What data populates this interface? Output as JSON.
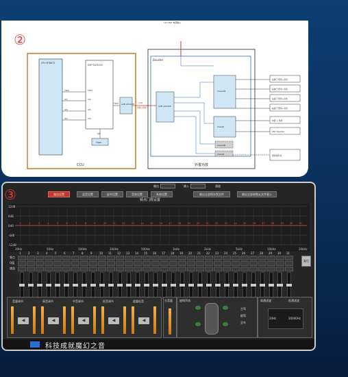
{
  "panel2": {
    "badge": "②",
    "left_box_label": "CCU",
    "right_box_label": "外置功放",
    "booster_label": "Booster",
    "cpu_chip": "CPU\nMT8675",
    "dsp_chip": "DSP\nSAF4000",
    "flash_chip": "Flash",
    "a2b_left": "A2B\nAD2428",
    "a2b_right": "A2B\nAD2428",
    "a2b_link": "A2B",
    "a2b_link_sub": "音频+控制",
    "ch_labels": [
      "TDM",
      "I2C",
      "I2S",
      "I2C"
    ],
    "dsp_ports": [
      "TDM",
      "I2C",
      "I2S",
      "I2C"
    ],
    "tdm_out": "TDM",
    "spi": "SPI",
    "power": "12V BAT\n电源输入",
    "outputs": [
      "左前门 低音+高音",
      "右前门 低音+高音",
      "左后门 低音+高音",
      "右后门 低音+高音",
      "中置 + 环绕",
      "ANC Speaker",
      "低音炮声音"
    ],
    "class_blocks": [
      "ClassAB",
      "ClassD",
      "ClassAB",
      "ClassD"
    ]
  },
  "panel3": {
    "badge": "③",
    "tabs": [
      "路由设置",
      "混音设置",
      "延时设置",
      "音效设置",
      "系统设置"
    ],
    "top_labels": [
      "输出",
      "",
      "输入",
      "",
      "通道"
    ],
    "right_buttons": [
      "输出全部保存到文件",
      "输出全部参数从文件载入"
    ],
    "graph_title": "频点门限设置",
    "graph_y": [
      "12dB",
      "6dB",
      "0dB",
      "-6dB",
      "-12dB"
    ],
    "graph_x": [
      "20Hz",
      "50Hz",
      "100Hz",
      "200Hz",
      "500Hz",
      "1kHz",
      "2kHz",
      "5kHz",
      "10kHz",
      "20kHz"
    ],
    "band_numbers": [
      "1",
      "2",
      "3",
      "4",
      "5",
      "6",
      "7",
      "8",
      "9",
      "10",
      "11",
      "12",
      "13",
      "14",
      "15",
      "16",
      "17",
      "18",
      "19",
      "20",
      "21",
      "22",
      "23",
      "24",
      "25",
      "26",
      "27",
      "28",
      "29",
      "30",
      "31"
    ],
    "row_labels": [
      "频点",
      "Q值",
      "增益"
    ],
    "side_label": "复位",
    "modules": [
      "音量调节",
      "高音调节",
      "中音调节",
      "低音调节",
      "超重低音"
    ],
    "master_label": "主音量",
    "seat_label": "座椅声场",
    "seat_options": [
      "主驾",
      "副驾",
      "全车"
    ],
    "filter_title_l": "高通滤波",
    "filter_title_r": "低通滤波",
    "filter_freq_l": "20Hz",
    "filter_freq_r": "20000Hz",
    "footer_slogan": "科技成就魔幻之音"
  },
  "colors": {
    "accent": "#c0392b",
    "curve": "#e05252",
    "bg_blue": "#0d3f73"
  }
}
